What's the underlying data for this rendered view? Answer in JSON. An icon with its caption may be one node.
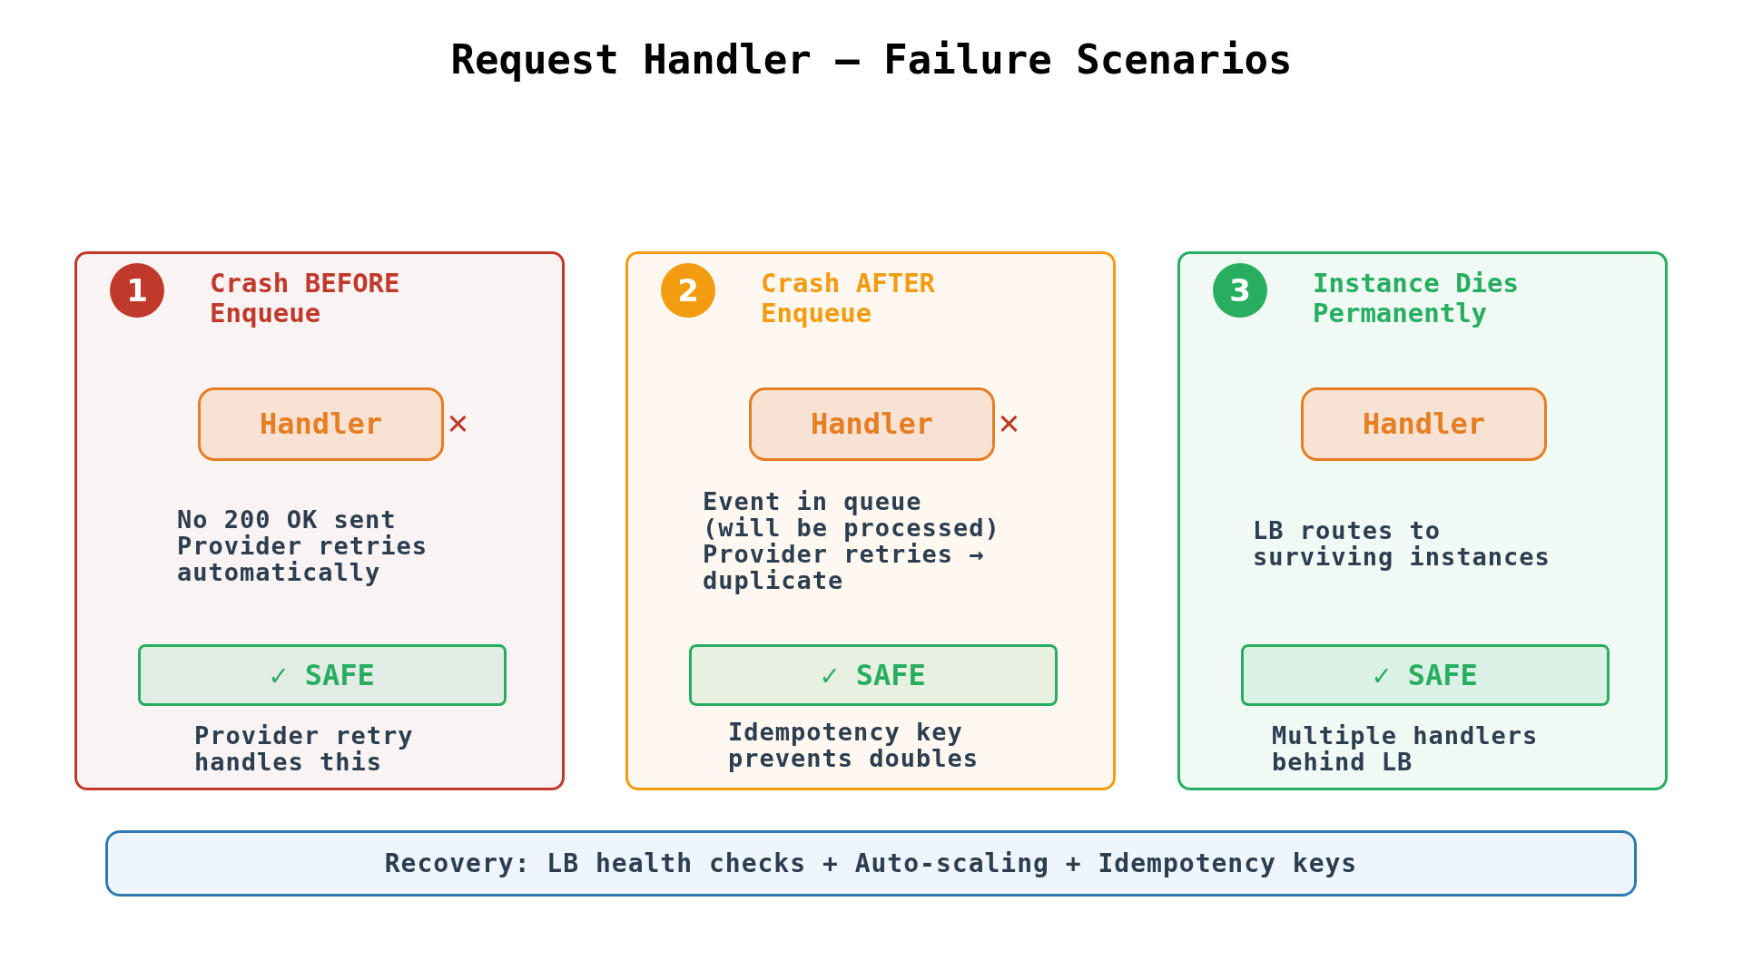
{
  "diagram": {
    "title": "Request Handler — Failure Scenarios",
    "nodes": [
      {
        "text": [
          "Crash BEFORE Enqueue",
          "No 200 OK sent Provider retries automatically",
          "Provider retry handles this"
        ]
      },
      {
        "text": [
          "1"
        ],
        "in": 0
      },
      {
        "text": [
          "Handler"
        ],
        "in": 0,
        "beside": [
          "✕"
        ]
      },
      {
        "text": [
          "✓ SAFE"
        ],
        "in": 0
      },
      {
        "text": [
          "Crash AFTER Enqueue",
          "Event in queue (will be processed) Provider retries → duplicate",
          "Idempotency key prevents doubles"
        ]
      },
      {
        "text": [
          "2"
        ],
        "in": 4
      },
      {
        "text": [
          "Handler"
        ],
        "in": 4,
        "beside": [
          "✕"
        ]
      },
      {
        "text": [
          "✓ SAFE"
        ],
        "in": 4
      },
      {
        "text": [
          "Instance Dies Permanently",
          "LB routes to surviving instances",
          "Multiple handlers behind LB"
        ]
      },
      {
        "text": [
          "3"
        ],
        "in": 8
      },
      {
        "text": [
          "Handler"
        ],
        "in": 8
      },
      {
        "text": [
          "✓ SAFE"
        ],
        "in": 8
      },
      {
        "text": [
          "Recovery: LB health checks + Auto-scaling + Idempotency keys"
        ]
      }
    ],
    "edges": []
  }
}
